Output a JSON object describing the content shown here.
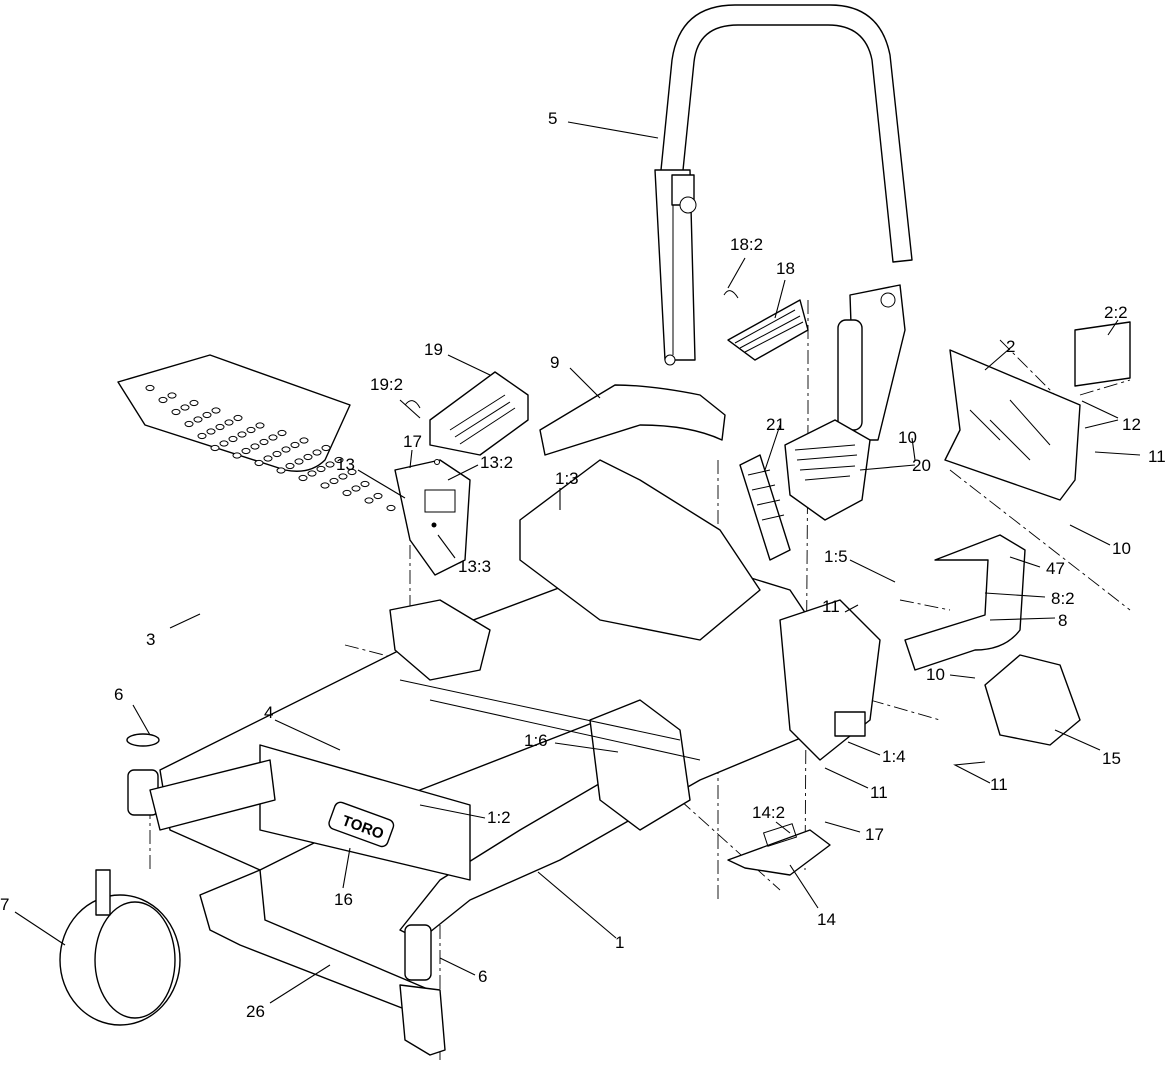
{
  "callouts": [
    {
      "id": "c5",
      "label": "5"
    },
    {
      "id": "c18-2",
      "label": "18:2"
    },
    {
      "id": "c18",
      "label": "18"
    },
    {
      "id": "c2-2",
      "label": "2:2"
    },
    {
      "id": "c2",
      "label": "2"
    },
    {
      "id": "c12",
      "label": "12"
    },
    {
      "id": "c11a",
      "label": "11"
    },
    {
      "id": "c10a",
      "label": "10"
    },
    {
      "id": "c10b",
      "label": "10"
    },
    {
      "id": "c47",
      "label": "47"
    },
    {
      "id": "c8-2",
      "label": "8:2"
    },
    {
      "id": "c8",
      "label": "8"
    },
    {
      "id": "c20",
      "label": "20"
    },
    {
      "id": "c21",
      "label": "21"
    },
    {
      "id": "c19",
      "label": "19"
    },
    {
      "id": "c19-2",
      "label": "19:2"
    },
    {
      "id": "c9",
      "label": "9"
    },
    {
      "id": "c17a",
      "label": "17"
    },
    {
      "id": "c13",
      "label": "13"
    },
    {
      "id": "c13-2",
      "label": "13:2"
    },
    {
      "id": "c13-3",
      "label": "13:3"
    },
    {
      "id": "c1-3",
      "label": "1:3"
    },
    {
      "id": "c1-5",
      "label": "1:5"
    },
    {
      "id": "c11b",
      "label": "11"
    },
    {
      "id": "c3",
      "label": "3"
    },
    {
      "id": "c10c",
      "label": "10"
    },
    {
      "id": "c15",
      "label": "15"
    },
    {
      "id": "c6a",
      "label": "6"
    },
    {
      "id": "c4",
      "label": "4"
    },
    {
      "id": "c1-6",
      "label": "1:6"
    },
    {
      "id": "c1-4",
      "label": "1:4"
    },
    {
      "id": "c11c",
      "label": "11"
    },
    {
      "id": "c11d",
      "label": "11"
    },
    {
      "id": "c1-2",
      "label": "1:2"
    },
    {
      "id": "c14-2",
      "label": "14:2"
    },
    {
      "id": "c17b",
      "label": "17"
    },
    {
      "id": "c16",
      "label": "16"
    },
    {
      "id": "c14",
      "label": "14"
    },
    {
      "id": "c7",
      "label": "7"
    },
    {
      "id": "c1",
      "label": "1"
    },
    {
      "id": "c6b",
      "label": "6"
    },
    {
      "id": "c26",
      "label": "26"
    }
  ],
  "logo_text": "TORO"
}
